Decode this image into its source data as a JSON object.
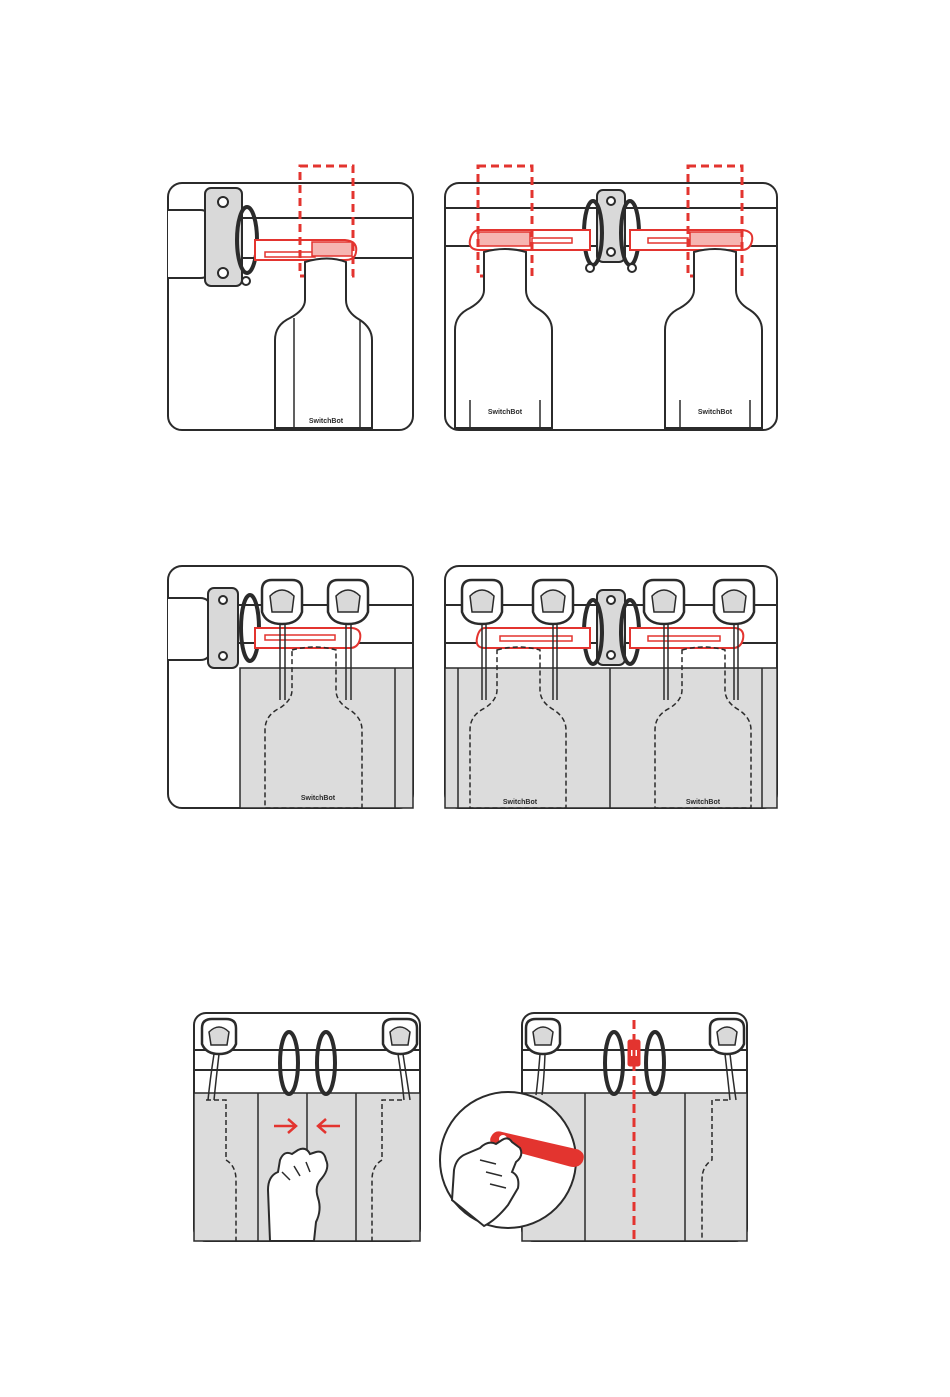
{
  "brand_label": "SwitchBot",
  "colors": {
    "accent": "#e3342f",
    "outline": "#2b2b2b",
    "curtain_fill": "#dcdcdc",
    "bracket_fill": "#d9d9d9"
  },
  "icons": {
    "rail-bracket": "rail-bracket-icon",
    "curtain-ring": "curtain-ring-icon",
    "slider-hook": "slider-hook-icon",
    "arrow": "arrow-right-icon",
    "hand": "hand-icon",
    "magnet-strip": "magnet-strip-icon"
  },
  "panels": [
    {
      "id": "1a",
      "bots": 1,
      "layout": "side-bracket"
    },
    {
      "id": "1b",
      "bots": 2,
      "layout": "center-bracket"
    },
    {
      "id": "2a",
      "bots": 1,
      "layout": "side-bracket"
    },
    {
      "id": "2b",
      "bots": 2,
      "layout": "center-bracket"
    },
    {
      "id": "3a",
      "action": "push-together"
    },
    {
      "id": "3b",
      "action": "attach-magnet"
    }
  ]
}
